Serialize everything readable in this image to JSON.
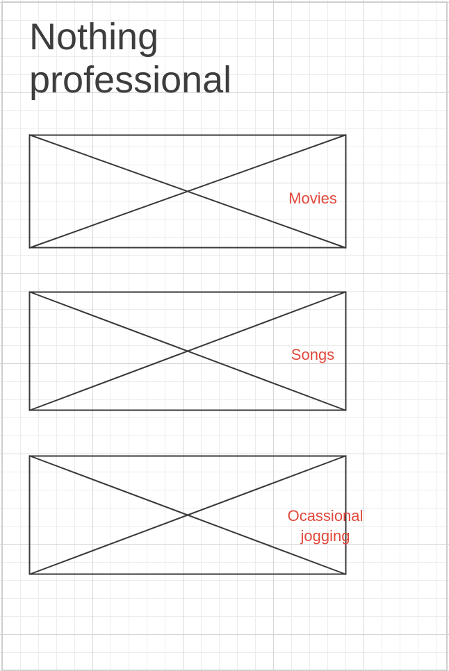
{
  "page": {
    "title": "Nothing\nprofessional"
  },
  "placeholders": [
    {
      "label": "Movies"
    },
    {
      "label": "Songs"
    },
    {
      "label": "Ocassional\njogging"
    }
  ],
  "colors": {
    "title_text": "#3d3d3d",
    "label_text": "#e0493c",
    "placeholder_stroke": "#3a3a3a",
    "grid": "#d6d6d6"
  }
}
